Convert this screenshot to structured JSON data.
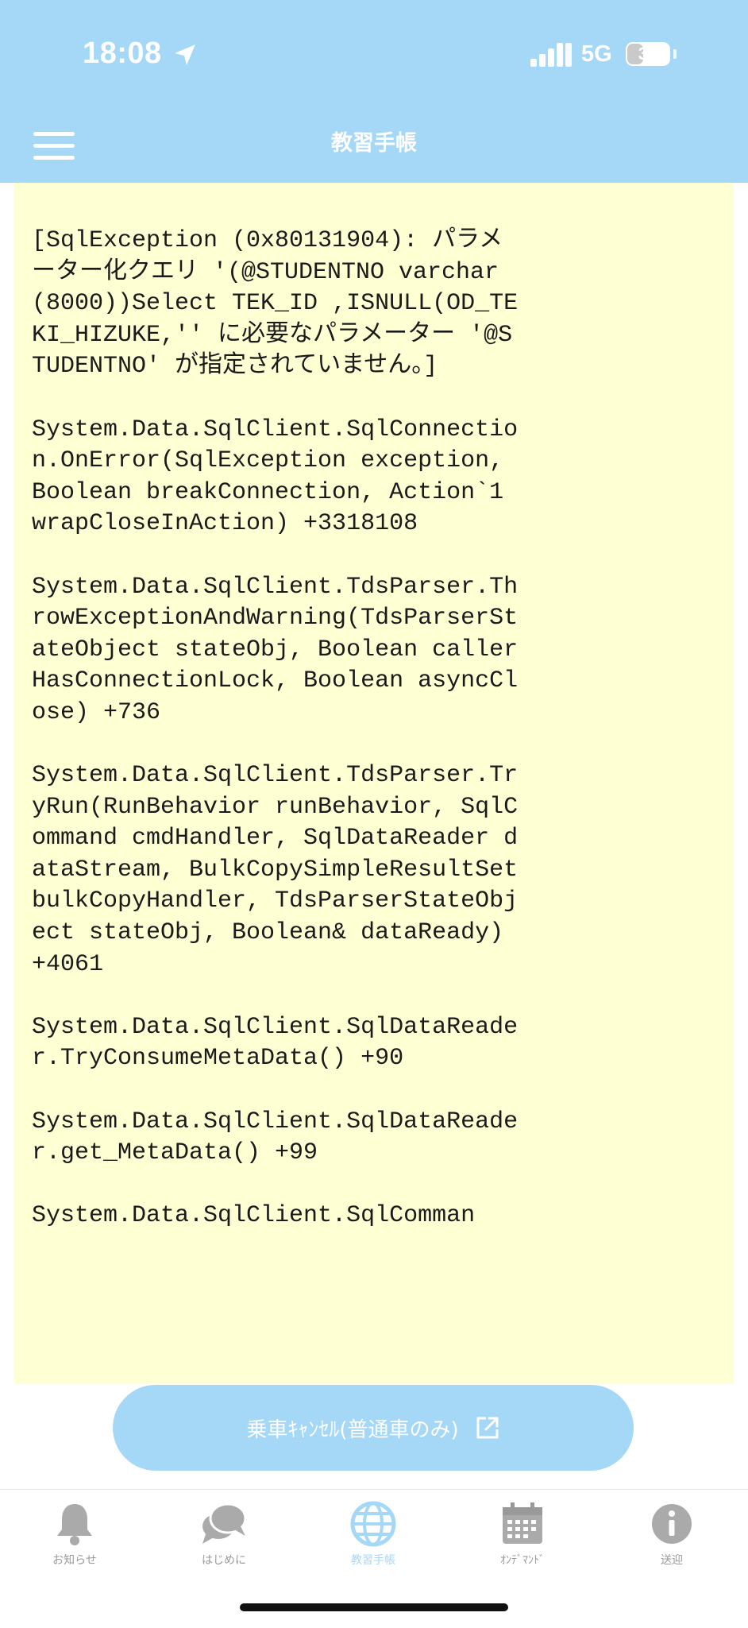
{
  "status_bar": {
    "time": "18:08",
    "network": "5G",
    "battery_percent": 39,
    "battery_text": "39"
  },
  "nav": {
    "title": "教習手帳"
  },
  "content": {
    "error_text": "[SqlException (0x80131904): パラメーター化クエリ '(@STUDENTNO varchar(8000))Select TEK_ID ,ISNULL(OD_TEKI_HIZUKE,'' に必要なパラメーター '@STUDENTNO' が指定されていません。]\n\nSystem.Data.SqlClient.SqlConnection.OnError(SqlException exception, Boolean breakConnection, Action`1 wrapCloseInAction) +3318108\n\nSystem.Data.SqlClient.TdsParser.ThrowExceptionAndWarning(TdsParserStateObject stateObj, Boolean callerHasConnectionLock, Boolean asyncClose) +736\n\nSystem.Data.SqlClient.TdsParser.TryRun(RunBehavior runBehavior, SqlCommand cmdHandler, SqlDataReader dataStream, BulkCopySimpleResultSet bulkCopyHandler, TdsParserStateObject stateObj, Boolean& dataReady) +4061\n\nSystem.Data.SqlClient.SqlDataReader.TryConsumeMetaData() +90\n\nSystem.Data.SqlClient.SqlDataReader.get_MetaData() +99\n\nSystem.Data.SqlClient.SqlComman"
  },
  "action_button": {
    "label": "乗車ｷｬﾝｾﾙ(普通車のみ)",
    "icon": "external-link-icon"
  },
  "tabs": [
    {
      "label": "お知らせ",
      "icon": "bell-icon",
      "active": false
    },
    {
      "label": "はじめに",
      "icon": "chat-bubbles-icon",
      "active": false
    },
    {
      "label": "教習手帳",
      "icon": "globe-icon",
      "active": true
    },
    {
      "label": "ｵﾝﾃﾞﾏﾝﾄﾞ",
      "icon": "calendar-icon",
      "active": false
    },
    {
      "label": "送迎",
      "icon": "info-icon",
      "active": false
    }
  ],
  "colors": {
    "accent": "#a5d7f7",
    "content_background": "#ffffd4",
    "tab_inactive": "#9a9a9a"
  }
}
